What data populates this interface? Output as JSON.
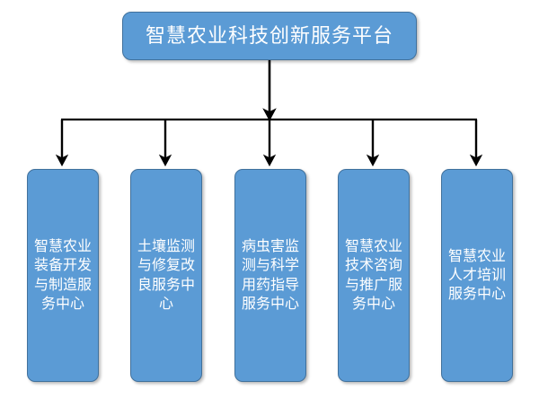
{
  "diagram": {
    "type": "organizational-hierarchy",
    "orientation": "top-down",
    "root": {
      "label": "智慧农业科技创新服务平台"
    },
    "children": [
      {
        "label": "智慧农业装备开发与制造服务中心"
      },
      {
        "label": "土壤监测与修复改良服务中心"
      },
      {
        "label": "病虫害监测与科学用药指导服务中心"
      },
      {
        "label": "智慧农业技术咨询与推广服务中心"
      },
      {
        "label": "智慧农业人才培训服务中心"
      }
    ],
    "colors": {
      "node_fill": "#5B9BD5",
      "node_border": "#41719C",
      "node_text": "#FFFFFF",
      "connector": "#000000",
      "background": "#FFFFFF"
    }
  }
}
